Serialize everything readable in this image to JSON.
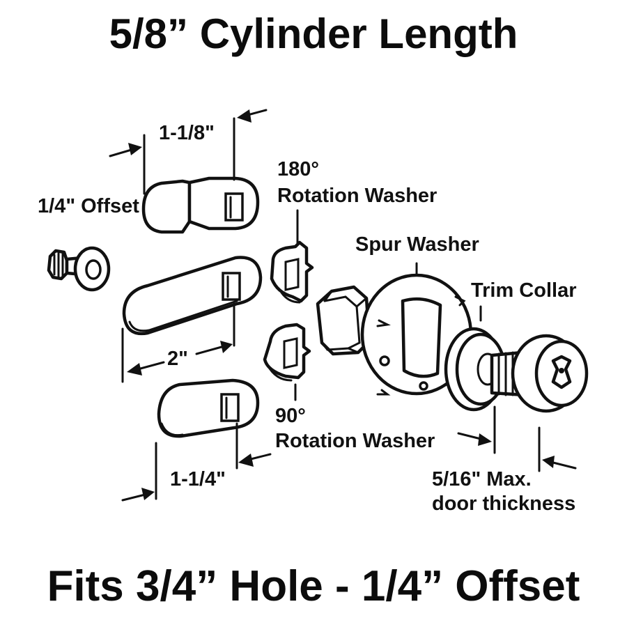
{
  "titles": {
    "top": "5/8” Cylinder Length",
    "bottom": "Fits 3/4” Hole - 1/4” Offset"
  },
  "labels": {
    "dim_1_1_8": "1-1/8\"",
    "offset": "1/4\" Offset",
    "rot180_l1": "180°",
    "rot180_l2": "Rotation Washer",
    "spur": "Spur Washer",
    "trim": "Trim Collar",
    "dim_2": "2\"",
    "rot90_l1": "90°",
    "rot90_l2": "Rotation Washer",
    "dim_1_1_4": "1-1/4\"",
    "door_l1": "5/16\" Max.",
    "door_l2": "door thickness"
  }
}
